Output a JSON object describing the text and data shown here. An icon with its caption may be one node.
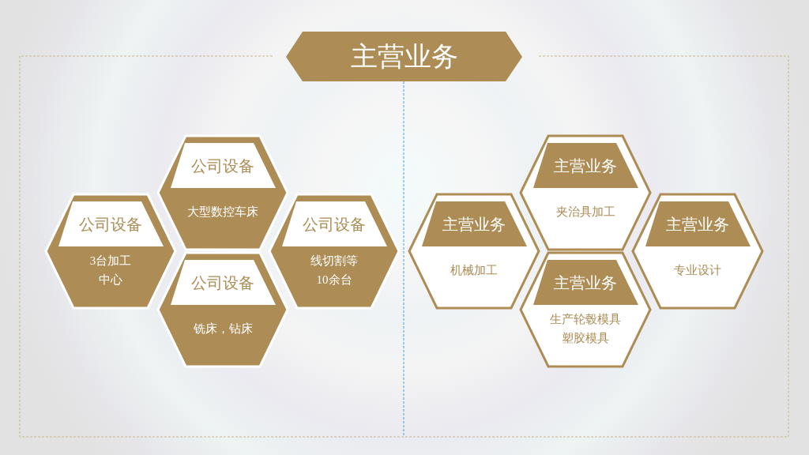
{
  "diagram": {
    "title": "主营业务",
    "nodes": [
      {
        "text": [
          "公司设备",
          "3台加工中心"
        ]
      },
      {
        "text": [
          "公司设备",
          "大型数控车床"
        ]
      },
      {
        "text": [
          "公司设备",
          "线切割等10余台"
        ]
      },
      {
        "text": [
          "公司设备",
          "铣床，钻床"
        ]
      },
      {
        "text": [
          "主营业务",
          "机械加工"
        ]
      },
      {
        "text": [
          "主营业务",
          "夹治具加工"
        ]
      },
      {
        "text": [
          "主营业务",
          "专业设计"
        ]
      },
      {
        "text": [
          "主营业务",
          "生产轮毂模具塑胶模具"
        ]
      }
    ]
  }
}
